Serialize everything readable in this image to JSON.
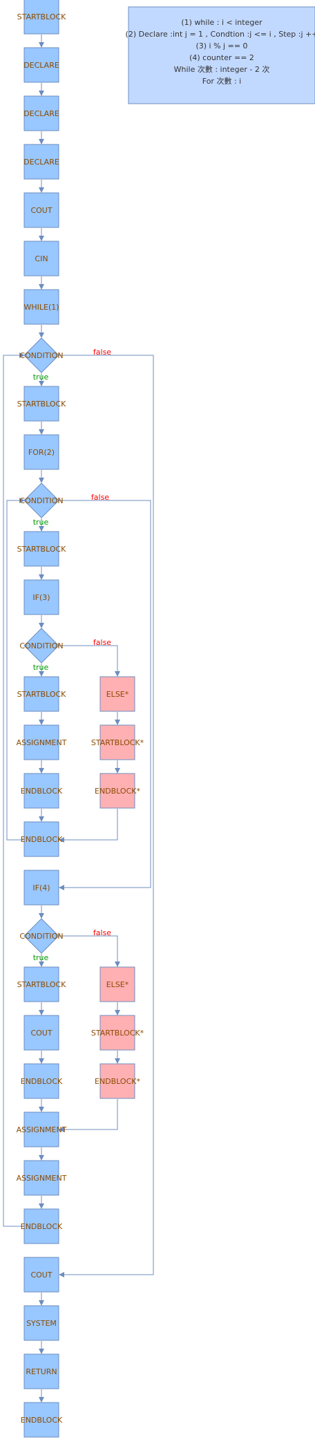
{
  "diagram": {
    "note": {
      "lines": [
        "(1) while : i < integer",
        "(2)  Declare :int j = 1   , Condtion :j <= i , Step :j ++",
        "(3) i % j == 0",
        "(4) counter == 2",
        "While 次數 : integer - 2 次",
        "For 次數 : i"
      ]
    },
    "labels": {
      "true": "true",
      "false": "false"
    },
    "nodes": [
      {
        "id": "n0",
        "label": "STARTBLOCK",
        "kind": "block"
      },
      {
        "id": "n1",
        "label": "DECLARE",
        "kind": "block"
      },
      {
        "id": "n2",
        "label": "DECLARE",
        "kind": "block"
      },
      {
        "id": "n3",
        "label": "DECLARE",
        "kind": "block"
      },
      {
        "id": "n4",
        "label": "COUT",
        "kind": "block"
      },
      {
        "id": "n5",
        "label": "CIN",
        "kind": "block"
      },
      {
        "id": "n6",
        "label": "WHILE(1)",
        "kind": "block"
      },
      {
        "id": "c1",
        "label": "CONDITION",
        "kind": "decision"
      },
      {
        "id": "n7",
        "label": "STARTBLOCK",
        "kind": "block"
      },
      {
        "id": "n8",
        "label": "FOR(2)",
        "kind": "block"
      },
      {
        "id": "c2",
        "label": "CONDITION",
        "kind": "decision"
      },
      {
        "id": "n9",
        "label": "STARTBLOCK",
        "kind": "block"
      },
      {
        "id": "n10",
        "label": "IF(3)",
        "kind": "block"
      },
      {
        "id": "c3",
        "label": "CONDITION",
        "kind": "decision"
      },
      {
        "id": "n11",
        "label": "STARTBLOCK",
        "kind": "block"
      },
      {
        "id": "n12",
        "label": "ASSIGNMENT",
        "kind": "block"
      },
      {
        "id": "n13",
        "label": "ENDBLOCK",
        "kind": "block"
      },
      {
        "id": "n14",
        "label": "ENDBLOCK",
        "kind": "block"
      },
      {
        "id": "e1",
        "label": "ELSE*",
        "kind": "else"
      },
      {
        "id": "e2",
        "label": "STARTBLOCK*",
        "kind": "else"
      },
      {
        "id": "e3",
        "label": "ENDBLOCK*",
        "kind": "else"
      },
      {
        "id": "n15",
        "label": "IF(4)",
        "kind": "block"
      },
      {
        "id": "c4",
        "label": "CONDITION",
        "kind": "decision"
      },
      {
        "id": "n16",
        "label": "STARTBLOCK",
        "kind": "block"
      },
      {
        "id": "n17",
        "label": "COUT",
        "kind": "block"
      },
      {
        "id": "n18",
        "label": "ENDBLOCK",
        "kind": "block"
      },
      {
        "id": "e4",
        "label": "ELSE*",
        "kind": "else"
      },
      {
        "id": "e5",
        "label": "STARTBLOCK*",
        "kind": "else"
      },
      {
        "id": "e6",
        "label": "ENDBLOCK*",
        "kind": "else"
      },
      {
        "id": "n19",
        "label": "ASSIGNMENT",
        "kind": "block"
      },
      {
        "id": "n20",
        "label": "ASSIGNMENT",
        "kind": "block"
      },
      {
        "id": "n21",
        "label": "ENDBLOCK",
        "kind": "block"
      },
      {
        "id": "n22",
        "label": "COUT",
        "kind": "block"
      },
      {
        "id": "n23",
        "label": "SYSTEM",
        "kind": "block"
      },
      {
        "id": "n24",
        "label": "RETURN",
        "kind": "block"
      },
      {
        "id": "n25",
        "label": "ENDBLOCK",
        "kind": "block"
      }
    ],
    "colors": {
      "block_fill": "#99c7ff",
      "else_fill": "#ffb0b3",
      "stroke": "#6c8ebf",
      "text": "#8a4b00",
      "true": "#009900",
      "false": "#ff0000",
      "note_fill": "#c2d9ff",
      "note_text": "#333333"
    }
  }
}
